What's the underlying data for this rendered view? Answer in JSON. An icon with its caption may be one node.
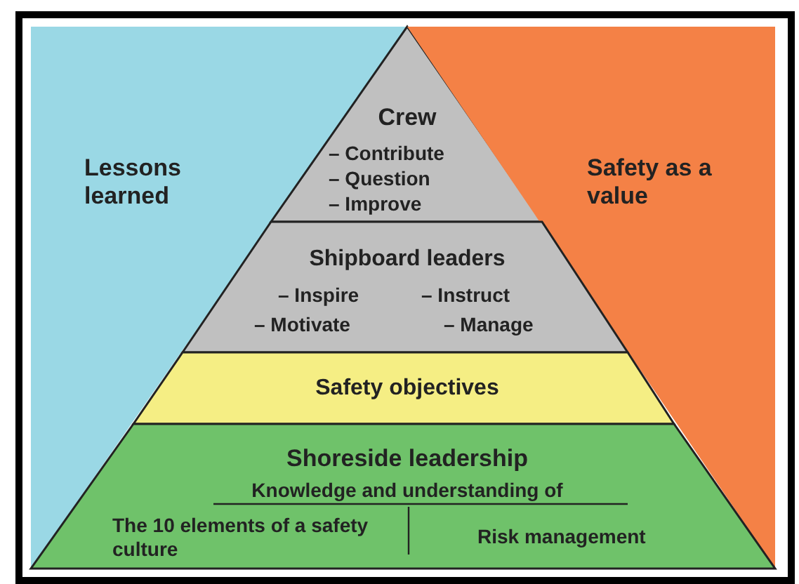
{
  "diagram": {
    "nodes": [
      {
        "text": [
          "Lessons learned"
        ]
      },
      {
        "text": [
          "Crew",
          "– Contribute",
          "– Question",
          "– Improve"
        ]
      },
      {
        "text": [
          "Safety as a value"
        ]
      },
      {
        "text": [
          "Shipboard leaders",
          "– Inspire",
          "– Instruct",
          "– Motivate",
          "– Manage"
        ]
      },
      {
        "text": [
          "Safety objectives"
        ]
      },
      {
        "text": [
          "Shoreside leadership",
          "Knowledge and understanding of",
          "The 10 elements of a safety culture",
          "Risk management"
        ]
      }
    ]
  }
}
